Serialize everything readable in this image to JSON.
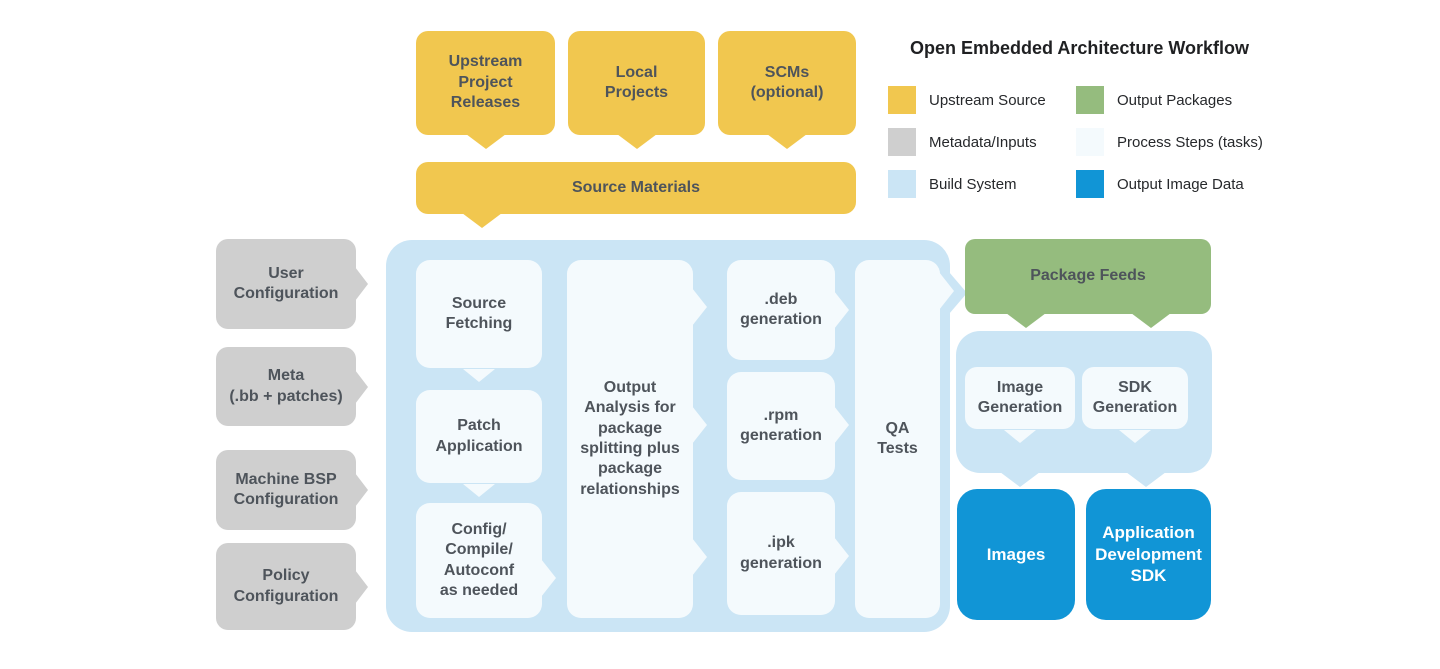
{
  "title": "Open Embedded Architecture Workflow",
  "colors": {
    "upstream_source": "#F1C74F",
    "metadata_inputs": "#CFCFCF",
    "build_system": "#CBE5F5",
    "output_packages": "#95BC7E",
    "process_steps": "#F4FAFD",
    "output_image_data": "#1195D6",
    "label_text": "#4E545B"
  },
  "legend": {
    "items": [
      {
        "label": "Upstream Source",
        "color": "#F1C74F"
      },
      {
        "label": "Metadata/Inputs",
        "color": "#CFCFCF"
      },
      {
        "label": "Build System",
        "color": "#CBE5F5"
      },
      {
        "label": "Output Packages",
        "color": "#95BC7E"
      },
      {
        "label": "Process Steps (tasks)",
        "color": "#F4FAFD"
      },
      {
        "label": "Output Image Data",
        "color": "#1195D6"
      }
    ]
  },
  "nodes": {
    "upstream_project_releases": "Upstream\nProject\nReleases",
    "local_projects": "Local\nProjects",
    "scms": "SCMs\n(optional)",
    "source_materials": "Source Materials",
    "user_configuration": "User\nConfiguration",
    "meta": "Meta\n(.bb + patches)",
    "machine_bsp_configuration": "Machine BSP\nConfiguration",
    "policy_configuration": "Policy\nConfiguration",
    "source_fetching": "Source\nFetching",
    "patch_application": "Patch\nApplication",
    "config_compile_autoconf": "Config/\nCompile/\nAutoconf\nas needed",
    "output_analysis": "Output\nAnalysis for\npackage\nsplitting plus\npackage\nrelationships",
    "deb_generation": ".deb\ngeneration",
    "rpm_generation": ".rpm\ngeneration",
    "ipk_generation": ".ipk\ngeneration",
    "qa_tests": "QA\nTests",
    "package_feeds": "Package Feeds",
    "image_generation": "Image\nGeneration",
    "sdk_generation": "SDK\nGeneration",
    "images": "Images",
    "application_development_sdk": "Application\nDevelopment\nSDK"
  }
}
